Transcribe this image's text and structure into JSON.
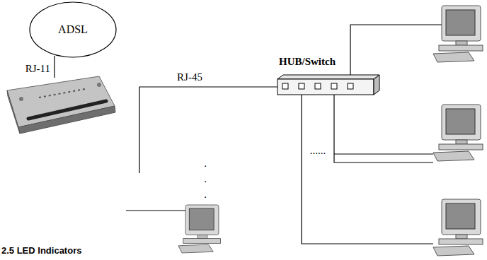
{
  "diagram": {
    "nodes": [
      {
        "text": [
          "ADSL"
        ]
      },
      {
        "text": [
          "HUB/Switch"
        ]
      }
    ],
    "labels": [
      "RJ-11",
      "RJ-45",
      ".",
      ".",
      ".",
      "......",
      "2.5 LED Indicators"
    ]
  }
}
